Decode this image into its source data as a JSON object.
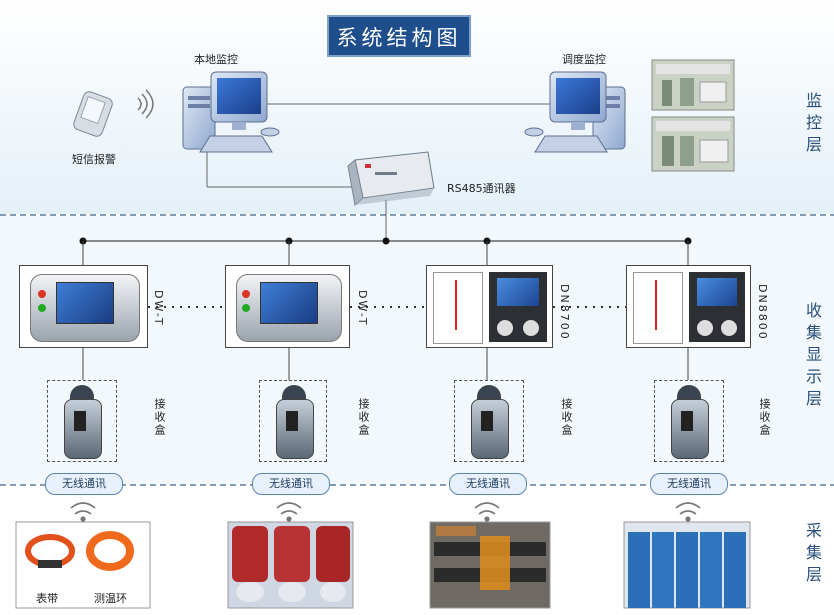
{
  "title": "系统结构图",
  "layers": {
    "monitor": "监控层",
    "display": "收集显示层",
    "collect": "采集层"
  },
  "top": {
    "local_monitor": "本地监控",
    "dispatch_monitor": "调度监控",
    "sms_alarm": "短信报警",
    "rs485": "RS485通讯器"
  },
  "displays": [
    {
      "model": "DW-T"
    },
    {
      "model": "DW-T"
    },
    {
      "model": "DN8700"
    },
    {
      "model": "DN8800"
    }
  ],
  "receiver_label": "接收盒",
  "wireless_label": "无线通讯",
  "sensors": {
    "band": "表带",
    "ring": "测温环"
  },
  "colors": {
    "title_bg": "#1f4e8c",
    "layer_text": "#2a4f7a",
    "top_band": "#eef6fb",
    "dashed_line": "#5a7a9a"
  }
}
